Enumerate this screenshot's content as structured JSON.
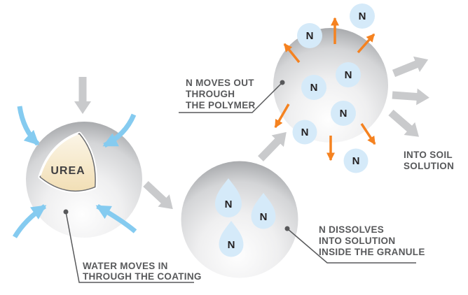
{
  "diagram": {
    "stage_absorb": {
      "core_label": "UREA",
      "caption": {
        "line1": "WATER MOVES IN",
        "line2": "THROUGH THE COATING"
      }
    },
    "stage_dissolve": {
      "n_label": "N",
      "caption": {
        "line1": "N DISSOLVES",
        "line2": "INTO SOLUTION",
        "line3": "INSIDE THE GRANULE"
      }
    },
    "stage_release": {
      "n_label": "N",
      "caption": {
        "line1": "N MOVES OUT",
        "line2": "THROUGH",
        "line3": "THE POLYMER"
      }
    },
    "stage_soil": {
      "caption": {
        "line1": "INTO SOIL",
        "line2": "SOLUTION"
      }
    },
    "colors": {
      "label_text": "#58595B",
      "arrow_orange": "#F58220",
      "arrow_blue": "#85CBF0",
      "arrow_gray": "#C9CACC",
      "nitrogen_blue": "#D5EAF9",
      "urea_core": "#F2DFB6",
      "granule_gray": "#A0A2A5"
    }
  }
}
